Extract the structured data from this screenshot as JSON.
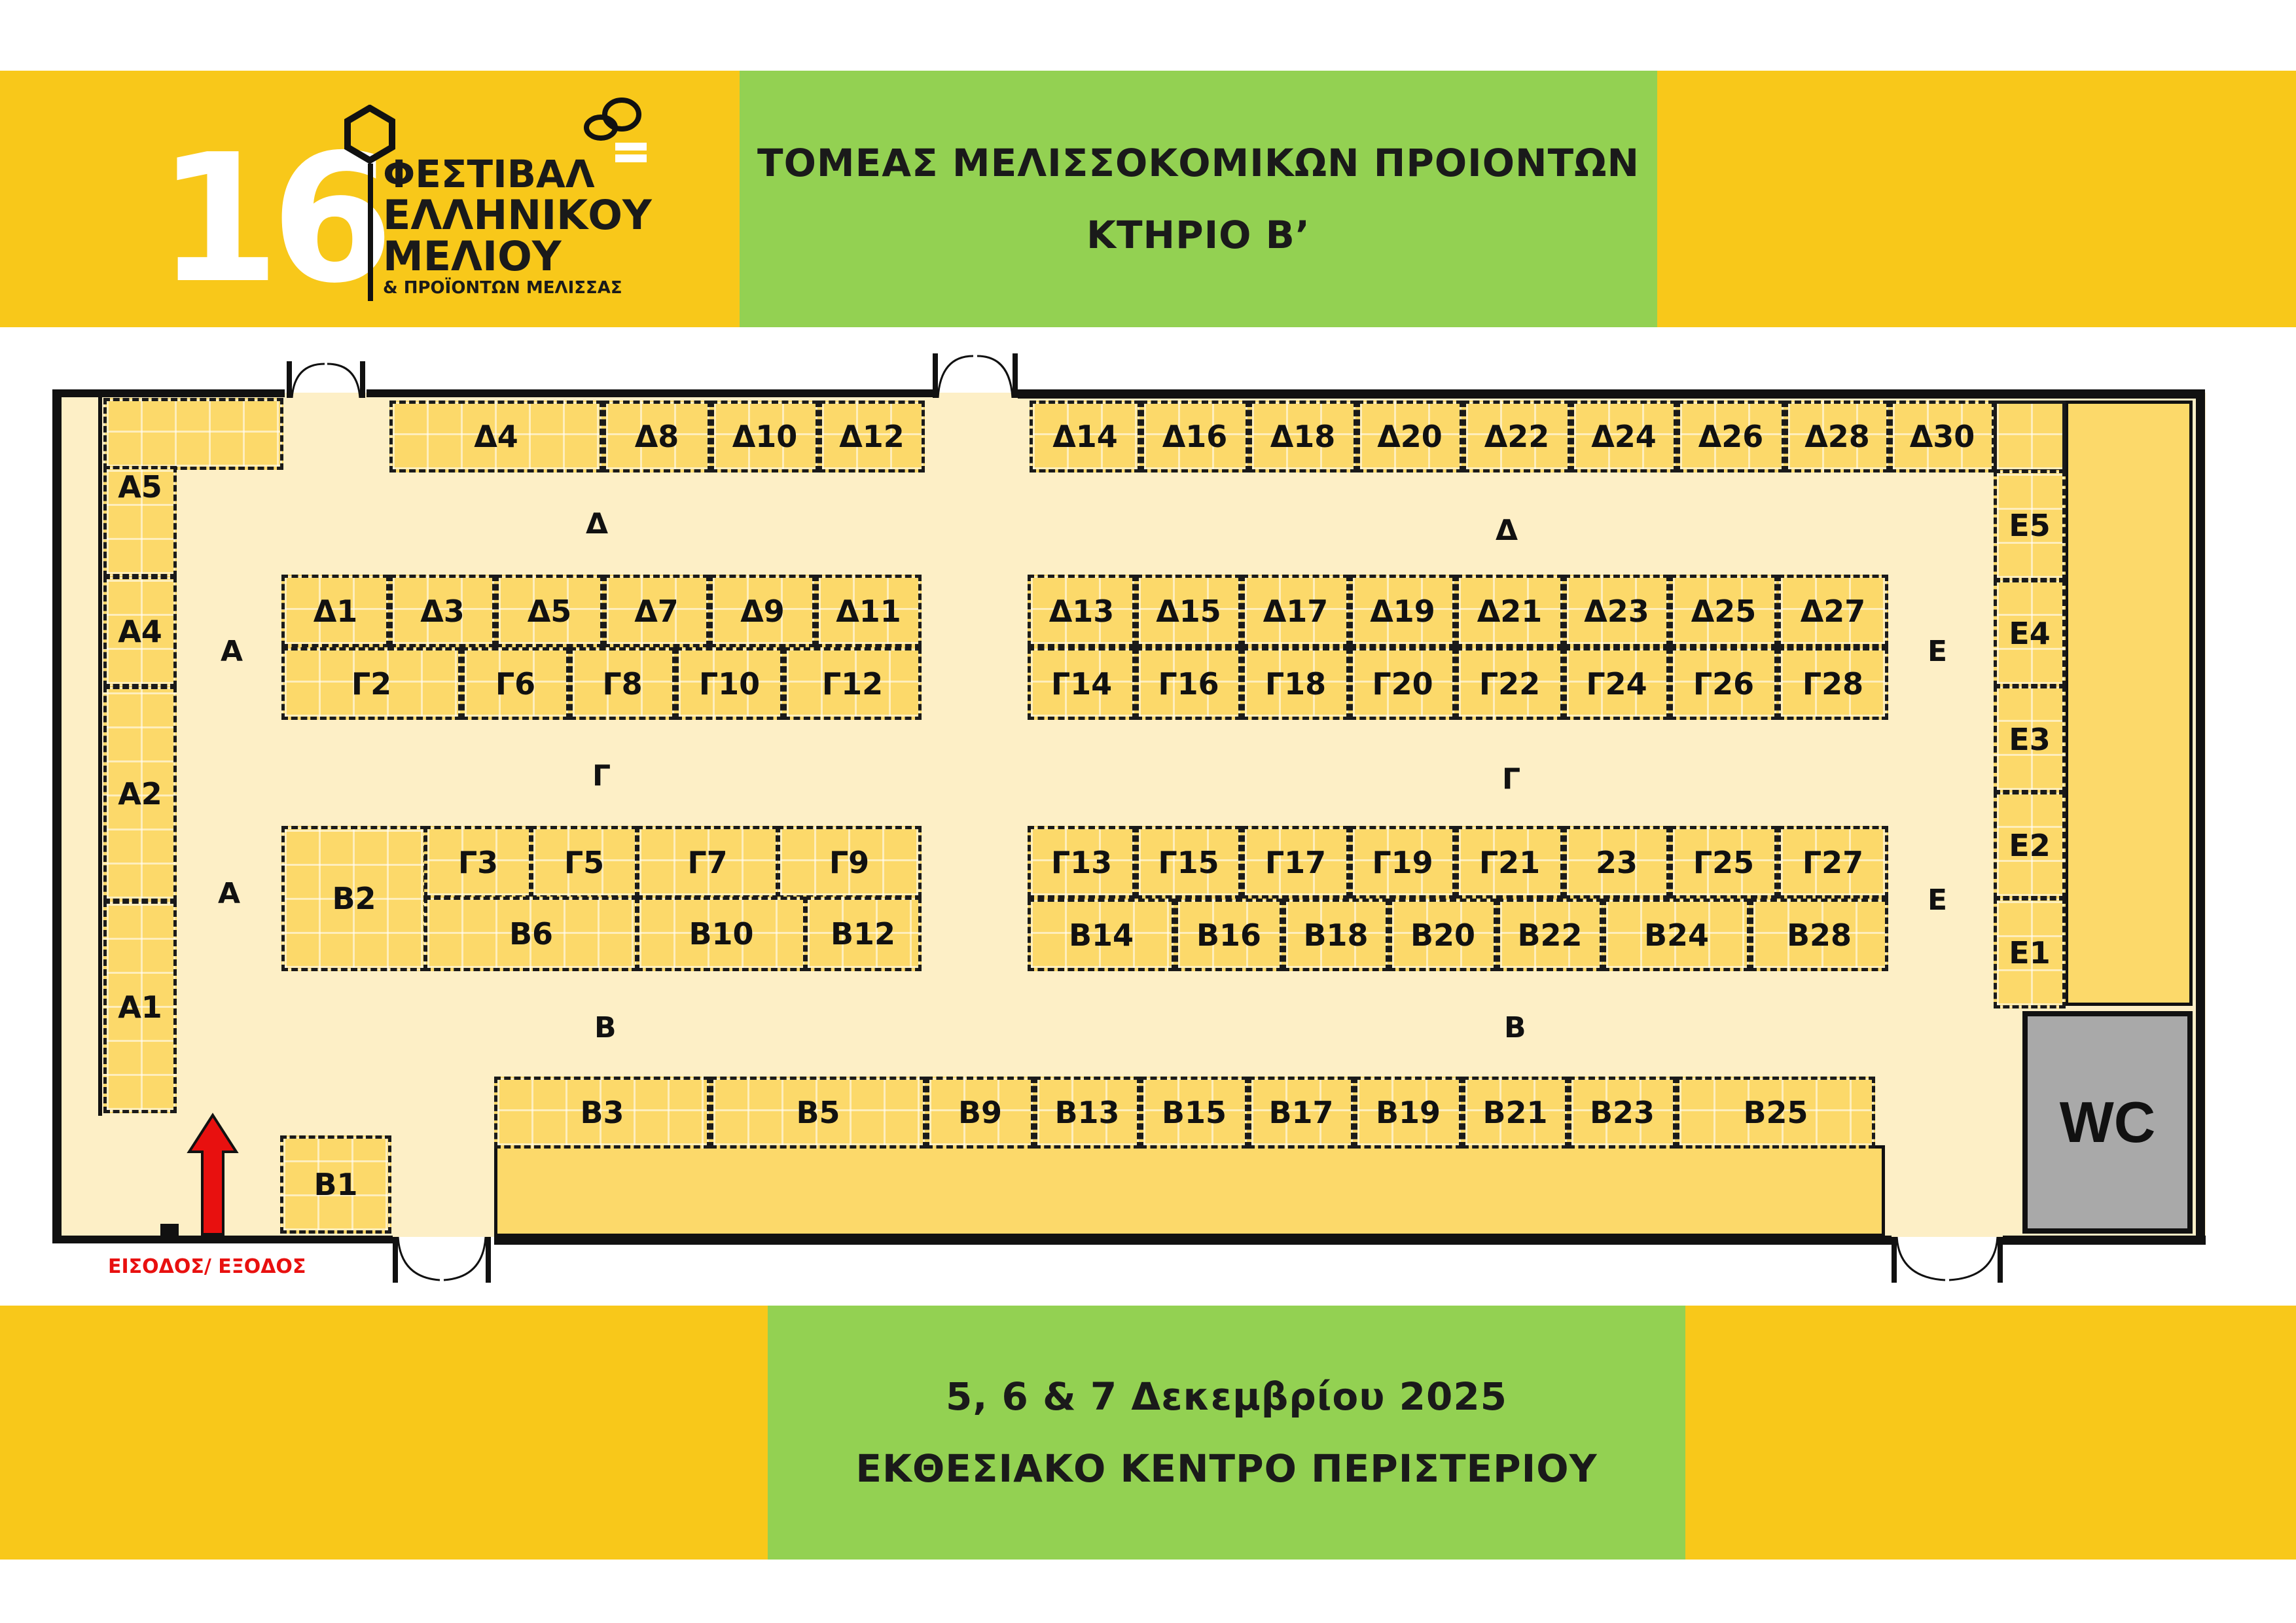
{
  "logo": {
    "number": "16",
    "line1": "ΦΕΣΤΙΒΑΛ",
    "line2": "ΕΛΛΗΝΙΚΟΥ",
    "line3": "ΜΕΛΙΟΥ",
    "line4": "& ΠΡΟΪΟΝΤΩΝ ΜΕΛΙΣΣΑΣ"
  },
  "header": {
    "title": "ΤΟΜΕΑΣ ΜΕΛΙΣΣΟΚΟΜΙΚΩΝ ΠΡΟΙΟΝΤΩΝ",
    "subtitle": "ΚΤΗΡΙΟ Β’"
  },
  "footer": {
    "dates": "5, 6 & 7 Δεκεμβρίου 2025",
    "venue": "ΕΚΘΕΣΙΑΚΟ ΚΕΝΤΡΟ ΠΕΡΙΣΤΕΡΙΟΥ"
  },
  "entrance_label": "ΕΙΣΟΔΟΣ/ ΕΞΟΔΟΣ",
  "wc_label": "WC",
  "aisles": {
    "delta_left": "Δ",
    "delta_right": "Δ",
    "gamma_left": "Γ",
    "gamma_right": "Γ",
    "beta_left": "Β",
    "beta_right": "Β",
    "alpha_top": "Α",
    "alpha_bottom": "Α",
    "epsilon_top": "Ε",
    "epsilon_bottom": "Ε"
  },
  "booths": {
    "delta_top_left": [
      "Δ4",
      "Δ8",
      "Δ10",
      "Δ12"
    ],
    "delta_top_right": [
      "Δ14",
      "Δ16",
      "Δ18",
      "Δ20",
      "Δ22",
      "Δ24",
      "Δ26",
      "Δ28",
      "Δ30"
    ],
    "delta_row_left": [
      "Δ1",
      "Δ3",
      "Δ5",
      "Δ7",
      "Δ9",
      "Δ11"
    ],
    "delta_row_right": [
      "Δ13",
      "Δ15",
      "Δ17",
      "Δ19",
      "Δ21",
      "Δ23",
      "Δ25",
      "Δ27"
    ],
    "gamma_even_left": [
      "Γ2",
      "Γ6",
      "Γ8",
      "Γ10",
      "Γ12"
    ],
    "gamma_even_right": [
      "Γ14",
      "Γ16",
      "Γ18",
      "Γ20",
      "Γ22",
      "Γ24",
      "Γ26",
      "Γ28"
    ],
    "gamma_odd_left": [
      "Γ3",
      "Γ5",
      "Γ7",
      "Γ9"
    ],
    "gamma_odd_right": [
      "Γ13",
      "Γ15",
      "Γ17",
      "Γ19",
      "Γ21",
      "23",
      "Γ25",
      "Γ27"
    ],
    "beta_block_left": [
      "Β2",
      "Β6",
      "Β10",
      "Β12"
    ],
    "beta_row_right": [
      "Β14",
      "Β16",
      "Β18",
      "Β20",
      "Β22",
      "Β24",
      "Β28"
    ],
    "beta_bottom": [
      "Β3",
      "Β5",
      "Β9",
      "Β13",
      "Β15",
      "Β17",
      "Β19",
      "Β21",
      "Β23",
      "Β25"
    ],
    "beta_single": "Β1",
    "alpha": [
      "Α5",
      "Α4",
      "Α2",
      "Α1"
    ],
    "epsilon": [
      "Ε5",
      "Ε4",
      "Ε3",
      "Ε2",
      "Ε1"
    ]
  }
}
